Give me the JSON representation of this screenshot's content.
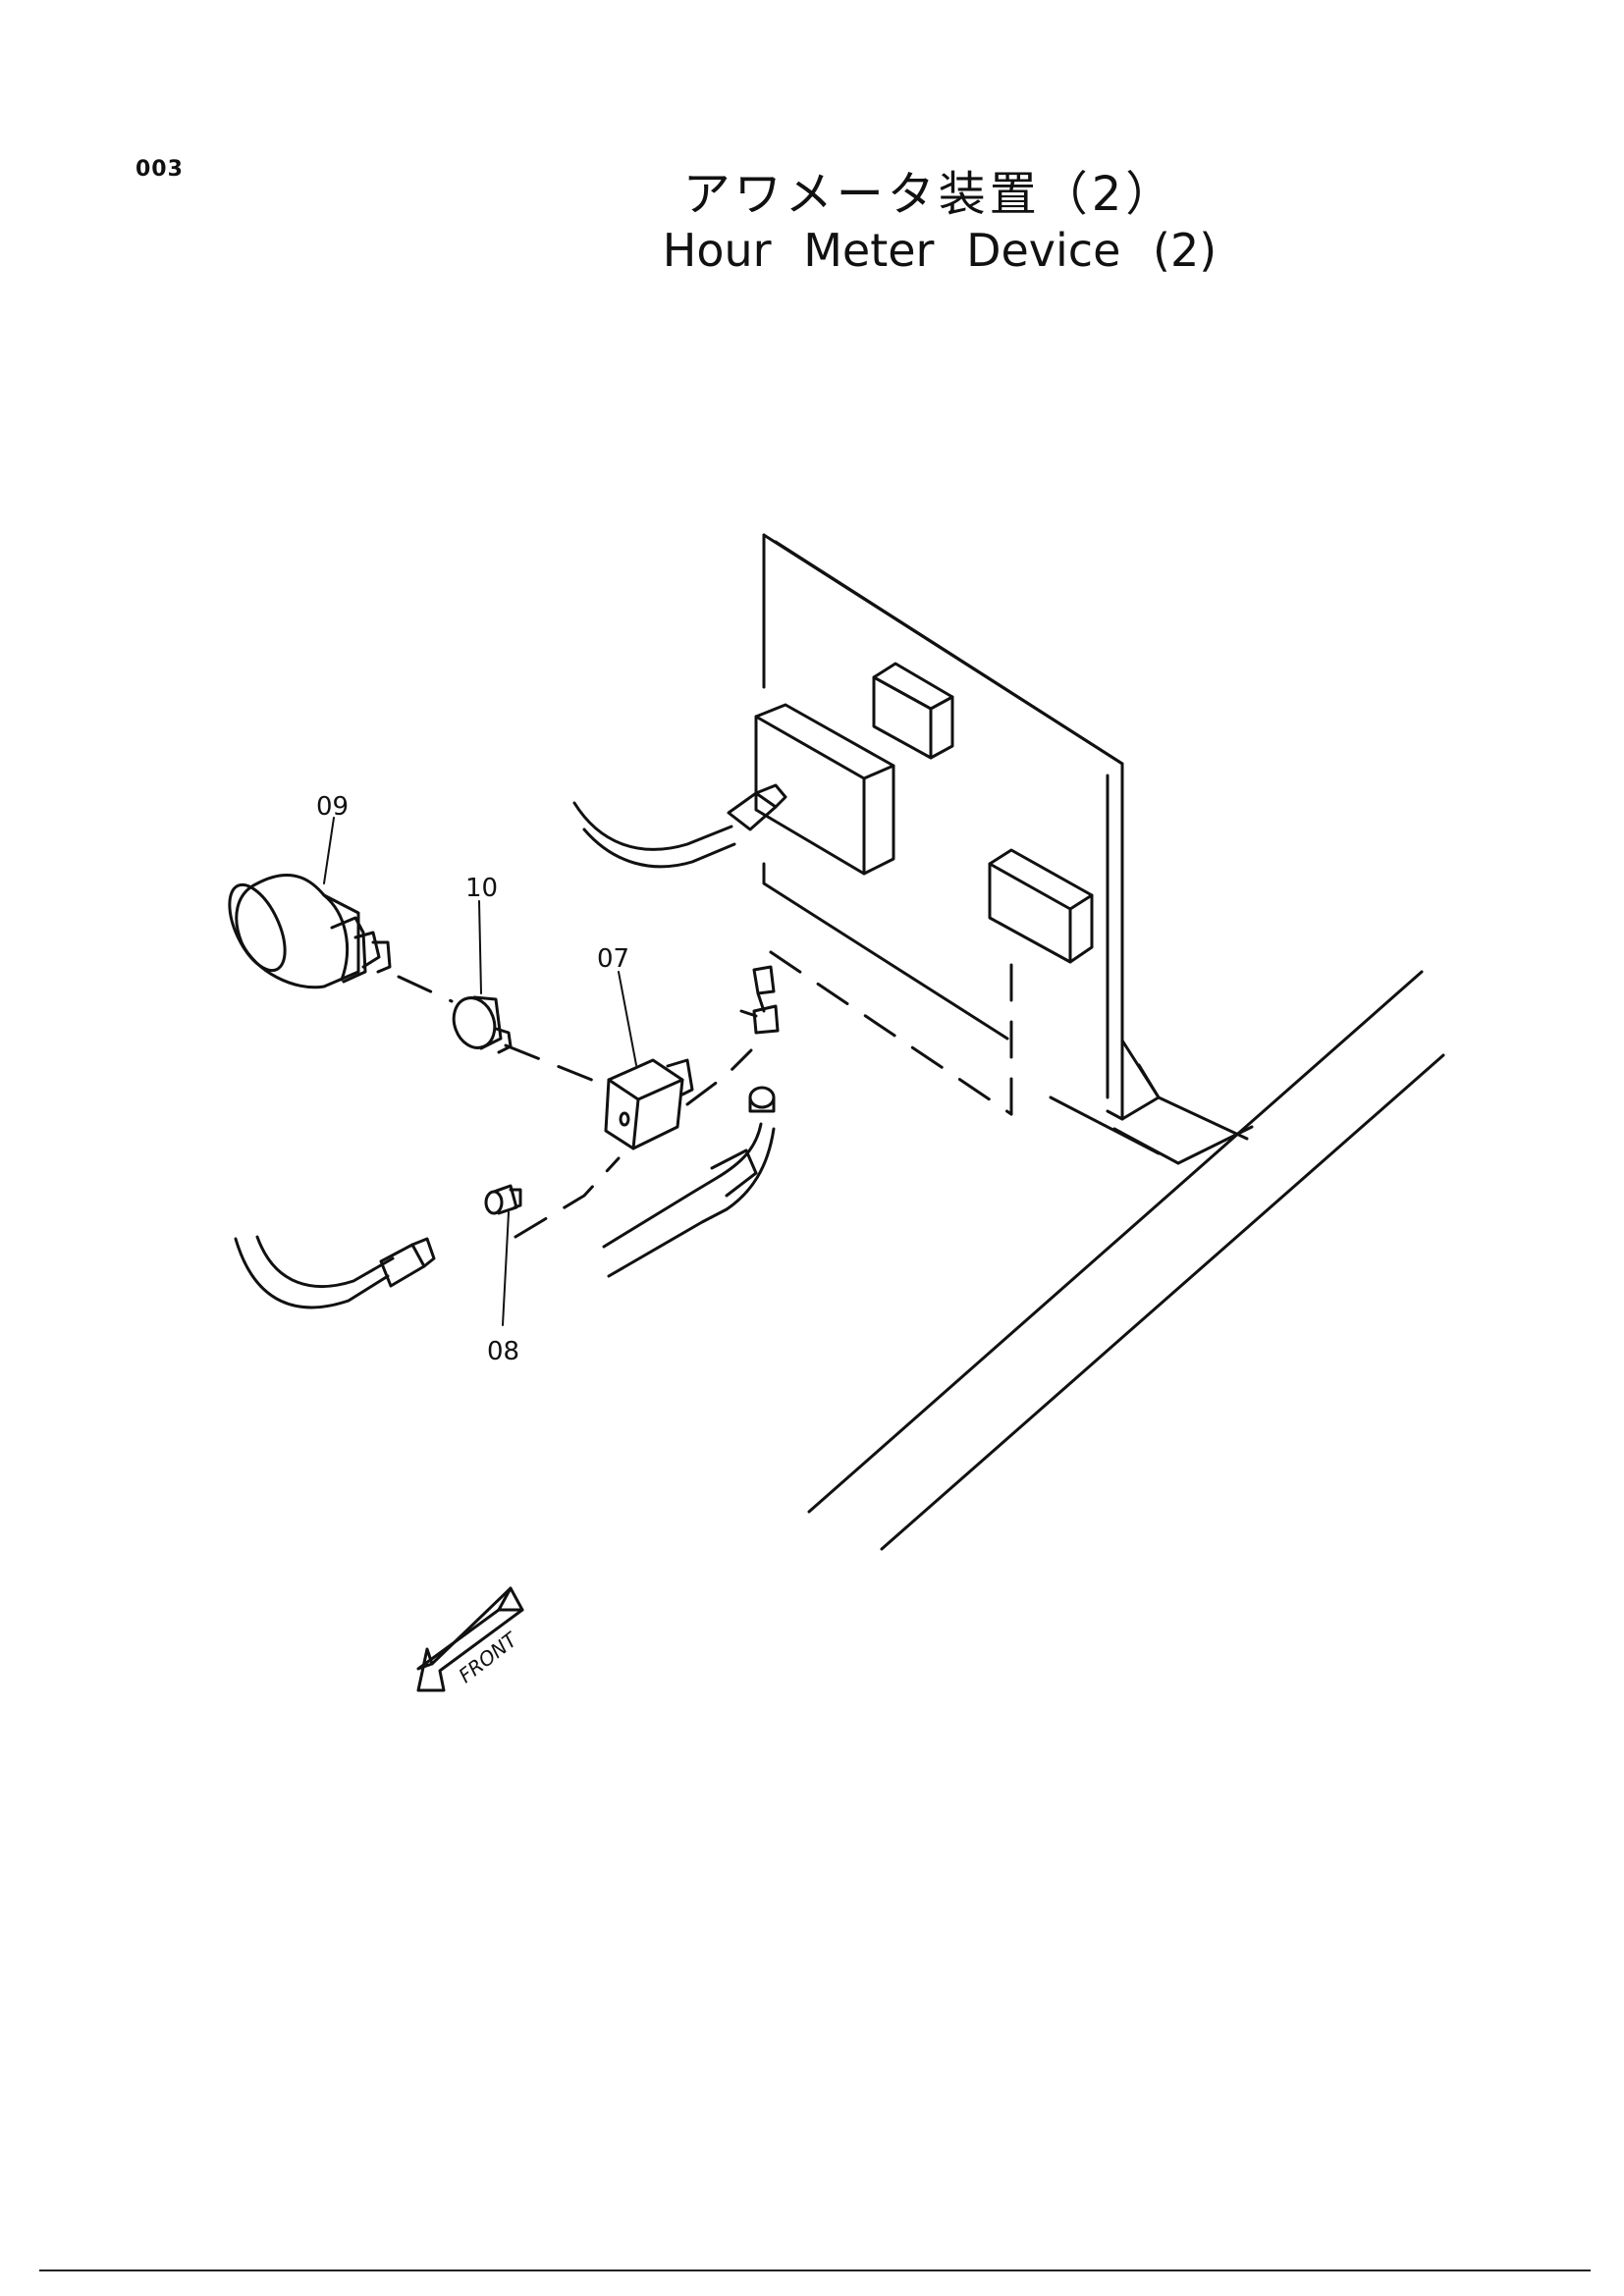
{
  "page_code": "003",
  "title_jp": "アワメータ装置（2）",
  "title_en": "Hour Meter Device (2)",
  "callouts": [
    {
      "id": "09",
      "text": "09"
    },
    {
      "id": "10",
      "text": "10"
    },
    {
      "id": "07",
      "text": "07"
    },
    {
      "id": "08",
      "text": "08"
    }
  ],
  "front_label": "FRONT"
}
